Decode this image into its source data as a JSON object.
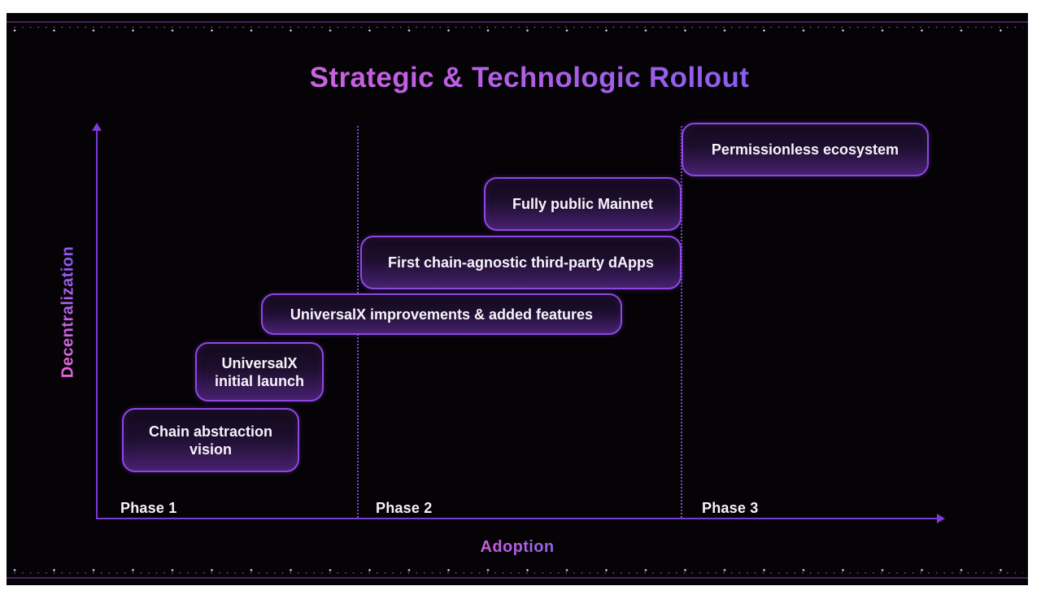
{
  "title": {
    "text": "Strategic & Technologic Rollout"
  },
  "axes": {
    "y_label": "Decentralization",
    "x_label": "Adoption"
  },
  "phases": [
    {
      "label": "Phase 1"
    },
    {
      "label": "Phase 2"
    },
    {
      "label": "Phase 3"
    }
  ],
  "milestones": [
    {
      "label": "Chain abstraction vision",
      "phase": "Phase 1"
    },
    {
      "label": "UniversalX initial launch",
      "phase": "Phase 1"
    },
    {
      "label": "UniversalX improvements & added features",
      "phase": "Phase 1-2 boundary"
    },
    {
      "label": "First chain-agnostic third-party dApps",
      "phase": "Phase 2"
    },
    {
      "label": "Fully public Mainnet",
      "phase": "Phase 2"
    },
    {
      "label": "Permissionless ecosystem",
      "phase": "Phase 3"
    }
  ],
  "colors": {
    "background": "#050306",
    "axis": "#7c3ad8",
    "box_border": "#8f47e3",
    "box_fill_top": "#140a1c",
    "box_fill_bottom": "#47216e",
    "title_gradient_from": "#de63dc",
    "title_gradient_to": "#7b5cf2",
    "label_gradient_from": "#e067dd",
    "label_gradient_to": "#8e5bf0",
    "phase_text": "#f5f2f7",
    "deco_dot_small": "#8b749f",
    "deco_dot_large": "#c9aaf2",
    "deco_line": "#45215f"
  },
  "chart_data": {
    "type": "roadmap",
    "title": "Strategic & Technologic Rollout",
    "xlabel": "Adoption",
    "ylabel": "Decentralization",
    "phases": [
      "Phase 1",
      "Phase 2",
      "Phase 3"
    ],
    "milestones_in_order_of_increasing_adoption_and_decentralization": [
      {
        "label": "Chain abstraction vision",
        "phase": "Phase 1"
      },
      {
        "label": "UniversalX initial launch",
        "phase": "Phase 1"
      },
      {
        "label": "UniversalX improvements & added features",
        "phase": "spans Phase 1 to Phase 2"
      },
      {
        "label": "First chain-agnostic third-party dApps",
        "phase": "Phase 2"
      },
      {
        "label": "Fully public Mainnet",
        "phase": "Phase 2"
      },
      {
        "label": "Permissionless ecosystem",
        "phase": "Phase 3"
      }
    ],
    "layout_hints": {
      "x_axis_arrow": "right",
      "y_axis_arrow": "up",
      "phase_separators": "dotted vertical lines between Phase 1/2 and Phase 2/3",
      "style": "dark slide, purple neon theme, staircase of rounded boxes"
    }
  }
}
